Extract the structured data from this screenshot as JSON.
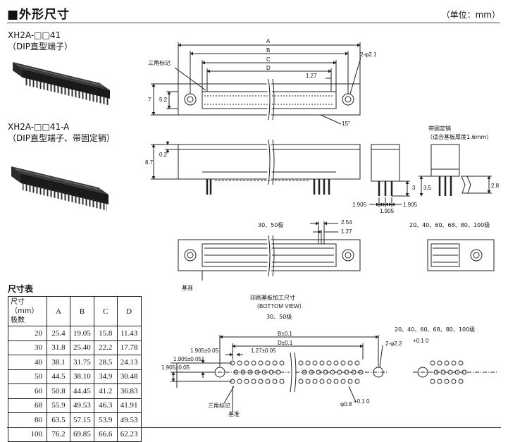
{
  "header": {
    "title": "■外形尺寸",
    "unit": "（单位：mm）"
  },
  "products": [
    {
      "model": "XH2A-□□41",
      "desc": "（DIP直型端子）"
    },
    {
      "model": "XH2A-□□41-A",
      "desc": "（DIP直型端子、带固定销）"
    }
  ],
  "drawing": {
    "dims_top": {
      "a": "A",
      "b": "B",
      "c": "C",
      "d": "D",
      "pitch": "1.27",
      "hole": "2-φ2.1",
      "h7": "7",
      "h52": "5.2",
      "angle": "15°",
      "mark": "三角标记"
    },
    "dims_side": {
      "h02": "0.2",
      "h87": "8.7"
    },
    "pin_note": {
      "title": "带固定销",
      "sub": "（适合基板厚度1.6mm）"
    },
    "dims_end": {
      "d3": "3",
      "d35": "3.5",
      "d28": "2.8",
      "p1905a": "1.905",
      "p1905b": "1.905",
      "p1905c": "1.905"
    },
    "bottom_labels": {
      "left": "30、50极",
      "right": "20、40、60、68、80、100极",
      "p254": "2.54",
      "p127": "1.27",
      "base": "基准"
    },
    "pcb": {
      "title": "印刷基板加工尺寸",
      "view": "（BOTTOM VIEW）",
      "label_left": "30、50极",
      "label_right": "20、40、60、68、80、100极",
      "b": "B±0.1",
      "d": "D±0.1",
      "p1905": "1.905±0.05",
      "p127": "1.27±0.05",
      "hole": "2-φ2.2",
      "tol_hole": "+0.1 0",
      "p1905b": "1.905±0.05",
      "p1905c": "1.905±0.05",
      "pin_hole": "φ0.8",
      "tol_pin": "+0.1 0",
      "mark": "三角标记",
      "base": "基准"
    }
  },
  "table": {
    "title": "尺寸表",
    "corner_top": "尺寸（mm）",
    "corner_bottom": "极数",
    "columns": [
      "A",
      "B",
      "C",
      "D"
    ],
    "rows": [
      {
        "poles": "20",
        "a": "25.4",
        "b": "19.05",
        "c": "15.8",
        "d": "11.43"
      },
      {
        "poles": "30",
        "a": "31.8",
        "b": "25.40",
        "c": "22.2",
        "d": "17.78"
      },
      {
        "poles": "40",
        "a": "38.1",
        "b": "31.75",
        "c": "28.5",
        "d": "24.13"
      },
      {
        "poles": "50",
        "a": "44.5",
        "b": "38.10",
        "c": "34.9",
        "d": "30.48"
      },
      {
        "poles": "60",
        "a": "50.8",
        "b": "44.45",
        "c": "41.2",
        "d": "36.83"
      },
      {
        "poles": "68",
        "a": "55.9",
        "b": "49.53",
        "c": "46.3",
        "d": "41.91"
      },
      {
        "poles": "80",
        "a": "63.5",
        "b": "57.15",
        "c": "53.9",
        "d": "49.53"
      },
      {
        "poles": "100",
        "a": "76.2",
        "b": "69.85",
        "c": "66.6",
        "d": "62.23"
      }
    ]
  }
}
